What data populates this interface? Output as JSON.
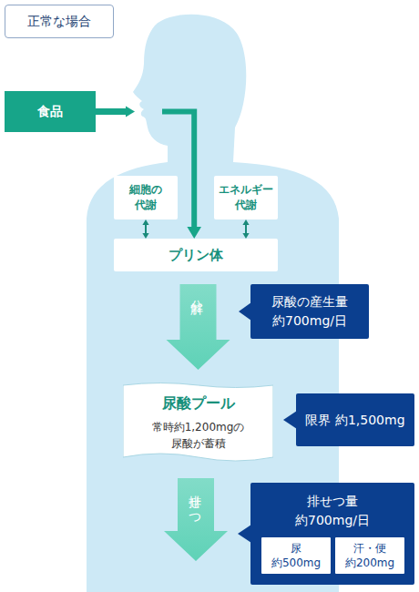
{
  "diagram": {
    "title": "正常な場合",
    "nodes": [
      {
        "text": [
          "食品"
        ]
      },
      {
        "text": [
          "細胞の 代謝"
        ]
      },
      {
        "text": [
          "エネルギー 代謝"
        ]
      },
      {
        "text": [
          "プリン体"
        ]
      },
      {
        "text": [
          "尿酸の産生量 約700mg/日"
        ]
      },
      {
        "text": [
          "尿酸プール",
          "常時約1,200mgの 尿酸が蓄積"
        ]
      },
      {
        "text": [
          "限界 約1,500mg"
        ]
      },
      {
        "text": [
          "排せつ量 約700mg/日"
        ]
      },
      {
        "text": [
          "尿 約500mg"
        ],
        "in": 7
      },
      {
        "text": [
          "汗・便 約200mg"
        ],
        "in": 7
      }
    ],
    "edges": [
      {
        "from": 0,
        "to": 3,
        "arrow": "to"
      },
      {
        "from": 1,
        "to": 3,
        "arrow": "both"
      },
      {
        "from": 2,
        "to": 3,
        "arrow": "both"
      },
      {
        "from": 3,
        "to": 5,
        "label": "分解",
        "arrow": "to"
      }
    ],
    "labels": [
      "排せつ"
    ]
  }
}
